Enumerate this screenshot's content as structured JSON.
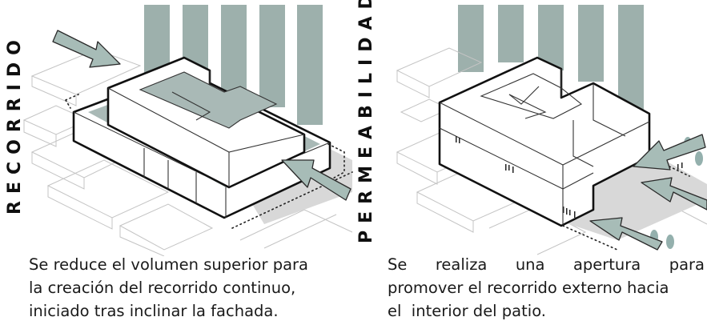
{
  "panels": [
    {
      "title": "RECORRIDO",
      "caption_lines": [
        "Se reduce el volumen superior para",
        "la creación del recorrido continuo,",
        "iniciado tras inclinar la fachada."
      ]
    },
    {
      "title": "PERMEABILIDAD",
      "caption_lines": [
        "Se realiza una apertura para",
        "promover el recorrido externo hacia",
        "el  interior del patio."
      ]
    }
  ],
  "colors": {
    "bars": "#9db0ac",
    "arrows": "#a7bcb7",
    "outline": "#111111",
    "context_lines": "#c4c4c4",
    "ground_shadow": "#d8d8d8"
  }
}
